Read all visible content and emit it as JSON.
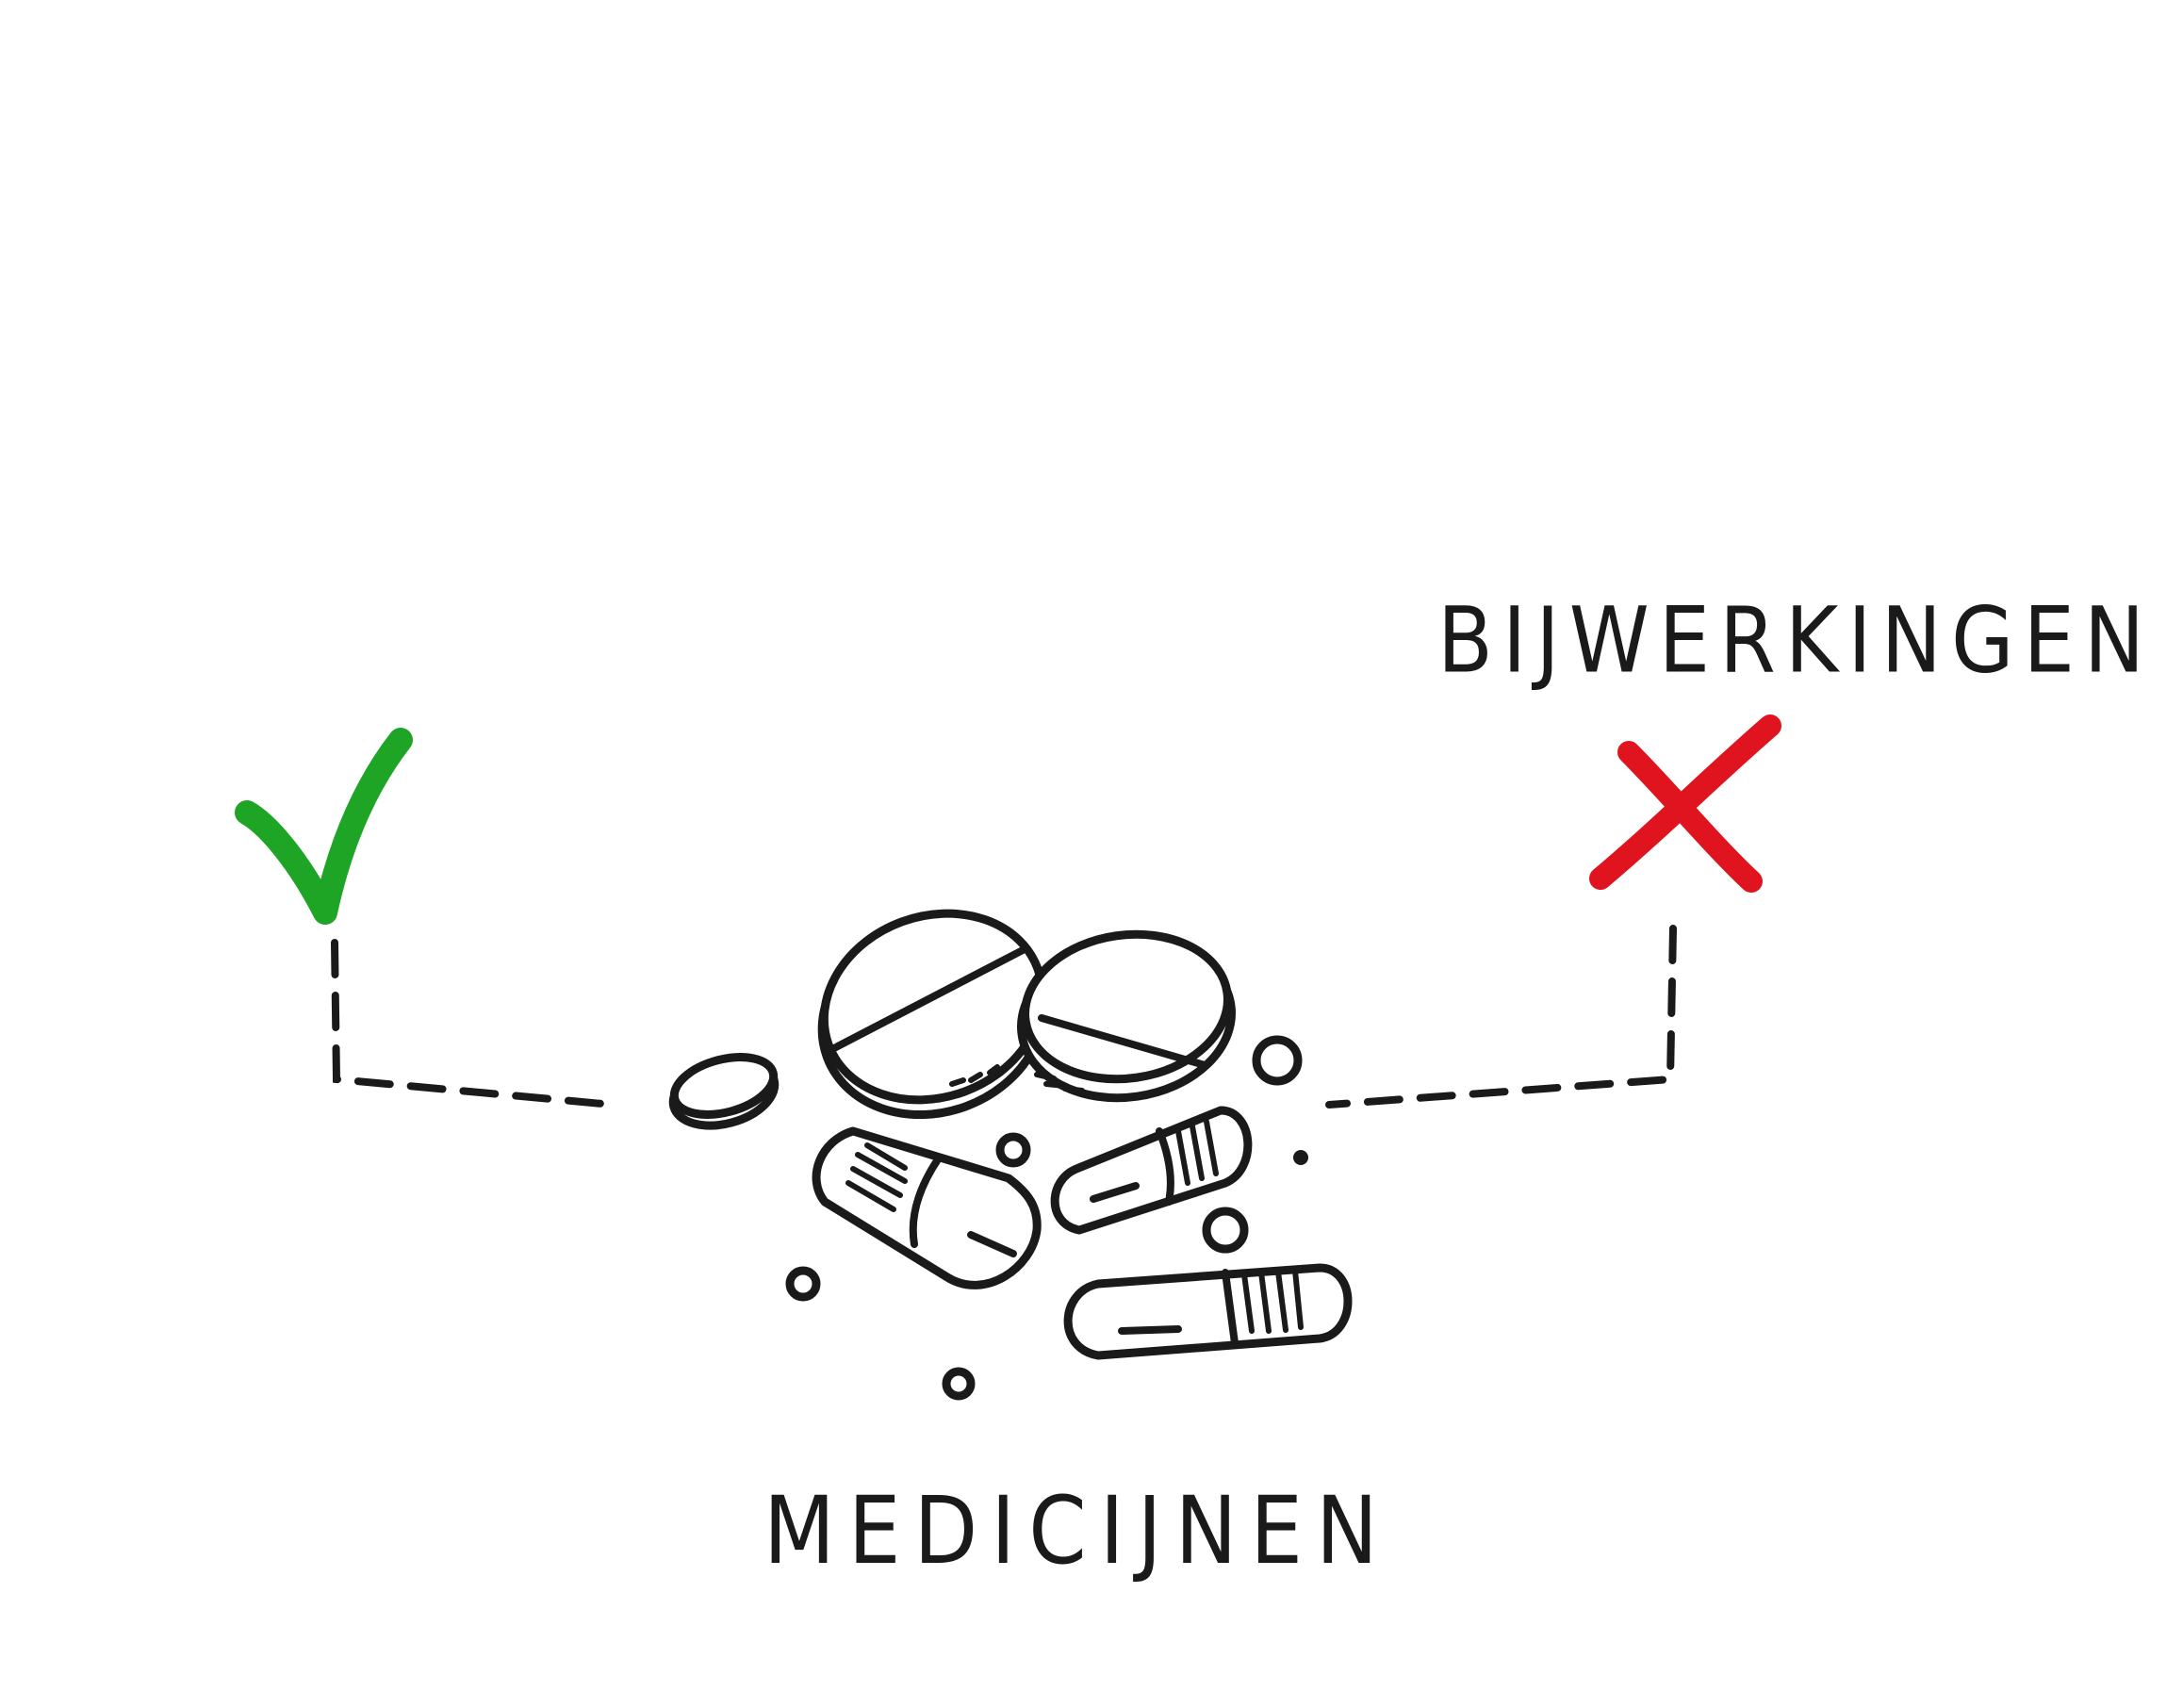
{
  "labels": {
    "side_effects": "BIJWERKINGEN",
    "medicines": "MEDICIJNEN"
  },
  "icons": {
    "benefit": "check-mark-icon",
    "side_effect": "cross-mark-icon",
    "medicines": "pills-illustration"
  },
  "colors": {
    "check": "#1fa526",
    "cross": "#e0141e",
    "ink": "#1a1a1a",
    "background": "#ffffff"
  }
}
